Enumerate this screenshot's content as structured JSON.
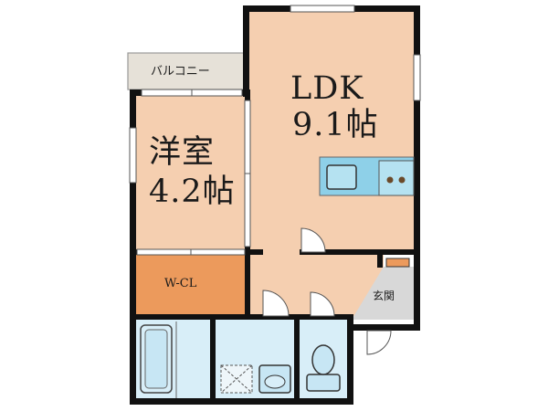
{
  "rooms": {
    "ldk_name": "LDK",
    "ldk_size": "9.1帖",
    "western_name": "洋室",
    "western_size": "4.2帖",
    "balcony": "バルコニー",
    "walk_in_closet": "W-CL",
    "entrance": "玄関"
  },
  "colors": {
    "wall": "#111111",
    "living_floor": "#f5cfb0",
    "closet_floor": "#ec9a5c",
    "wet_area": "#d8eef8",
    "balcony": "#e6e1d8",
    "entrance": "#d8d8d8",
    "kitchen_counter": "#8ed0e8",
    "stove": "#b5e2f1"
  }
}
